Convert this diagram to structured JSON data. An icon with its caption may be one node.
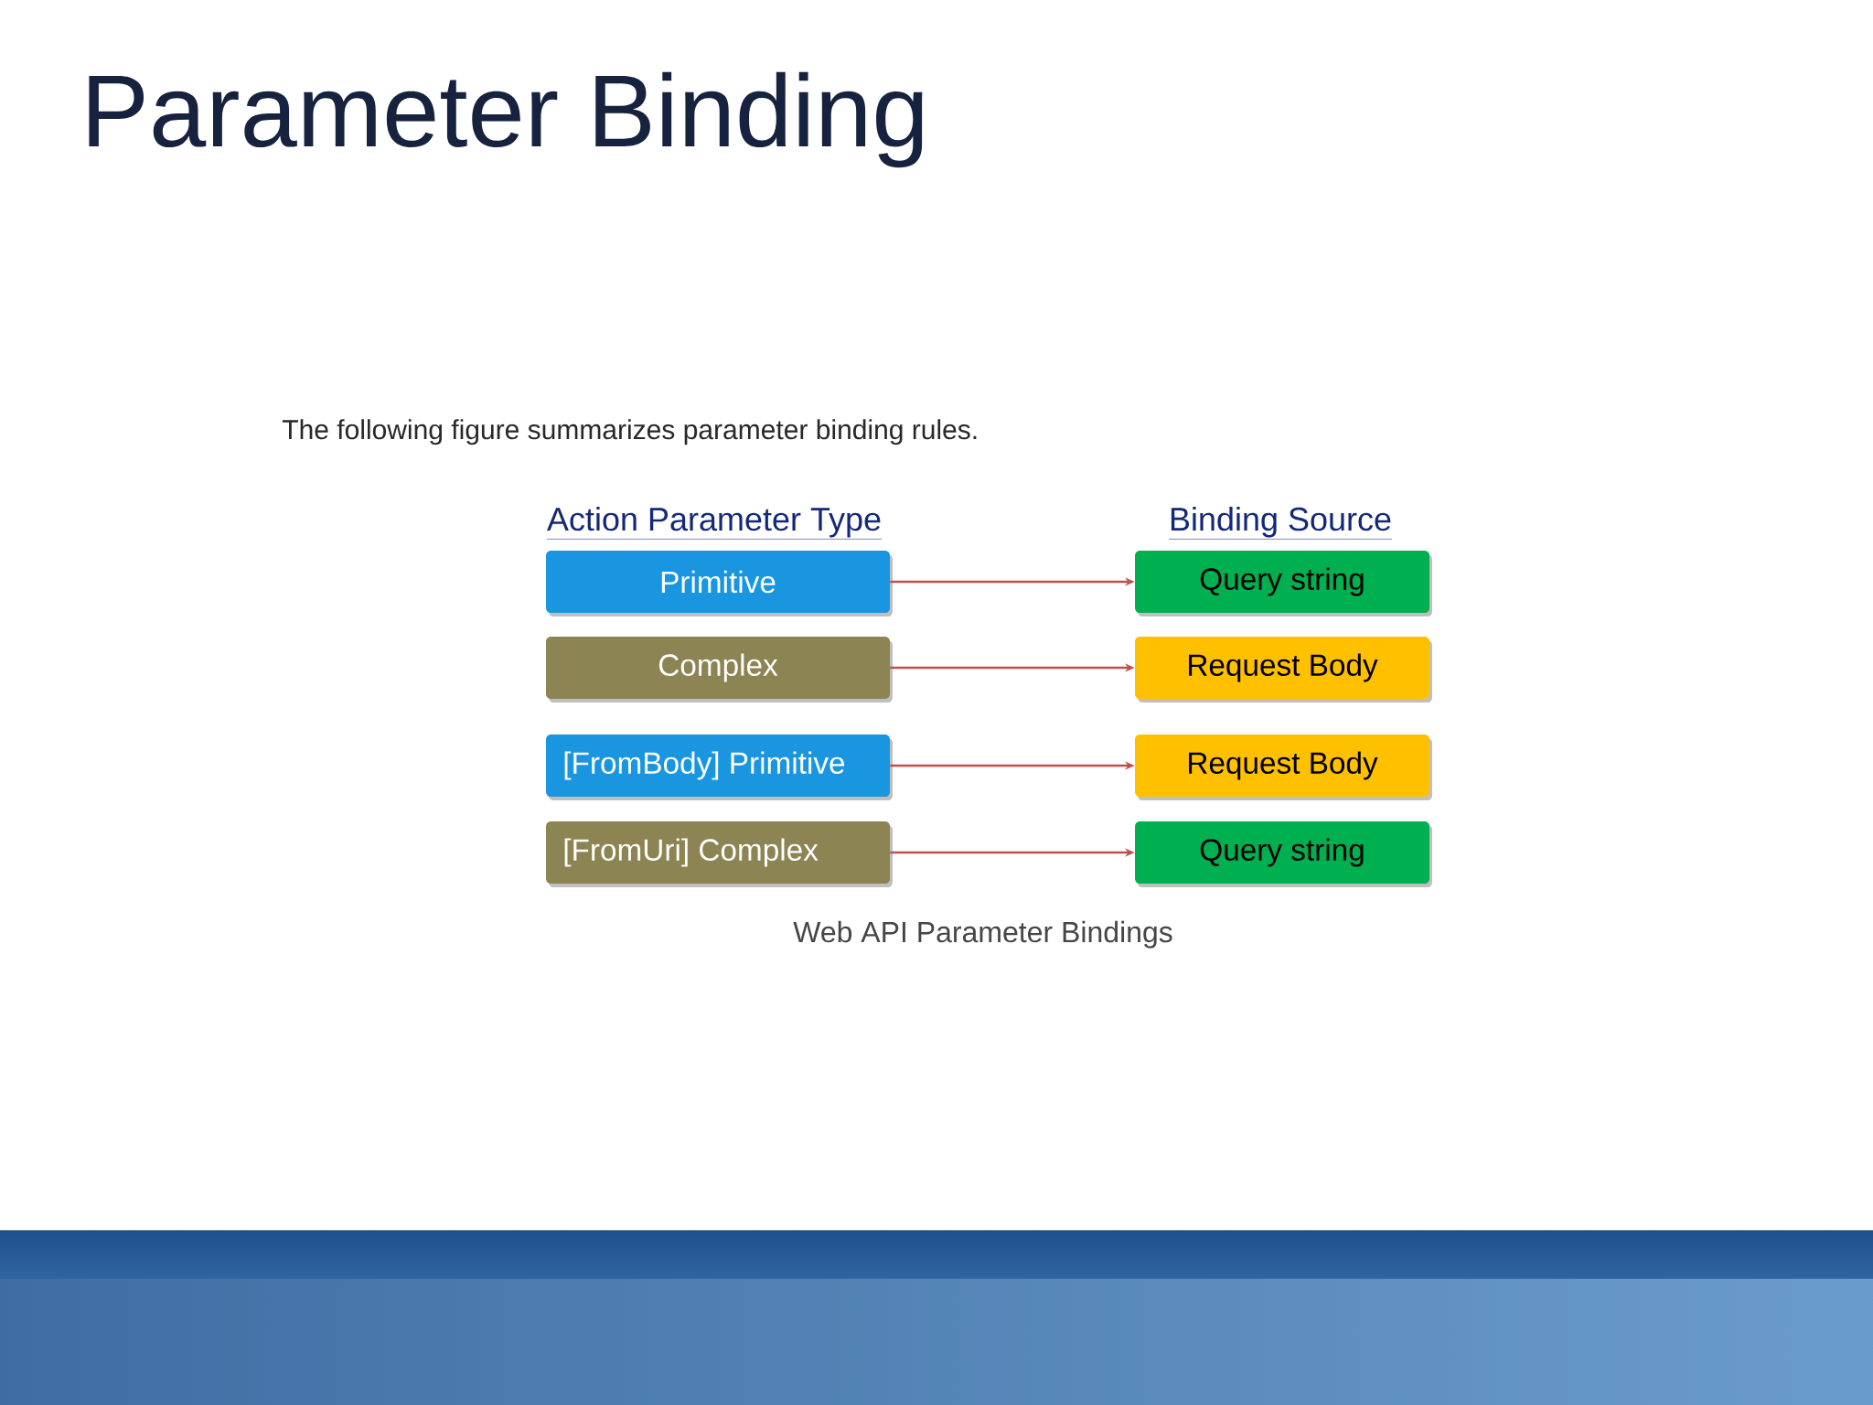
{
  "diagram": {
    "title": "Parameter Binding",
    "caption": "Web API Parameter Bindings",
    "nodes": [
      {
        "text": [
          "Primitive"
        ]
      },
      {
        "text": [
          "Query string"
        ]
      },
      {
        "text": [
          "Complex"
        ]
      },
      {
        "text": [
          "Request Body"
        ]
      },
      {
        "text": [
          "[FromBody] Primitive"
        ]
      },
      {
        "text": [
          "Request Body"
        ]
      },
      {
        "text": [
          "[FromUri] Complex"
        ]
      },
      {
        "text": [
          "Query string"
        ]
      }
    ],
    "edges": [
      {
        "from": 0,
        "to": 1,
        "arrow": "to"
      },
      {
        "from": 2,
        "to": 3,
        "arrow": "to"
      },
      {
        "from": 4,
        "to": 5,
        "arrow": "to"
      },
      {
        "from": 6,
        "to": 7,
        "arrow": "to"
      }
    ],
    "labels": [
      "The following figure summarizes parameter binding rules.",
      "Action Parameter Type",
      "Binding Source"
    ]
  }
}
